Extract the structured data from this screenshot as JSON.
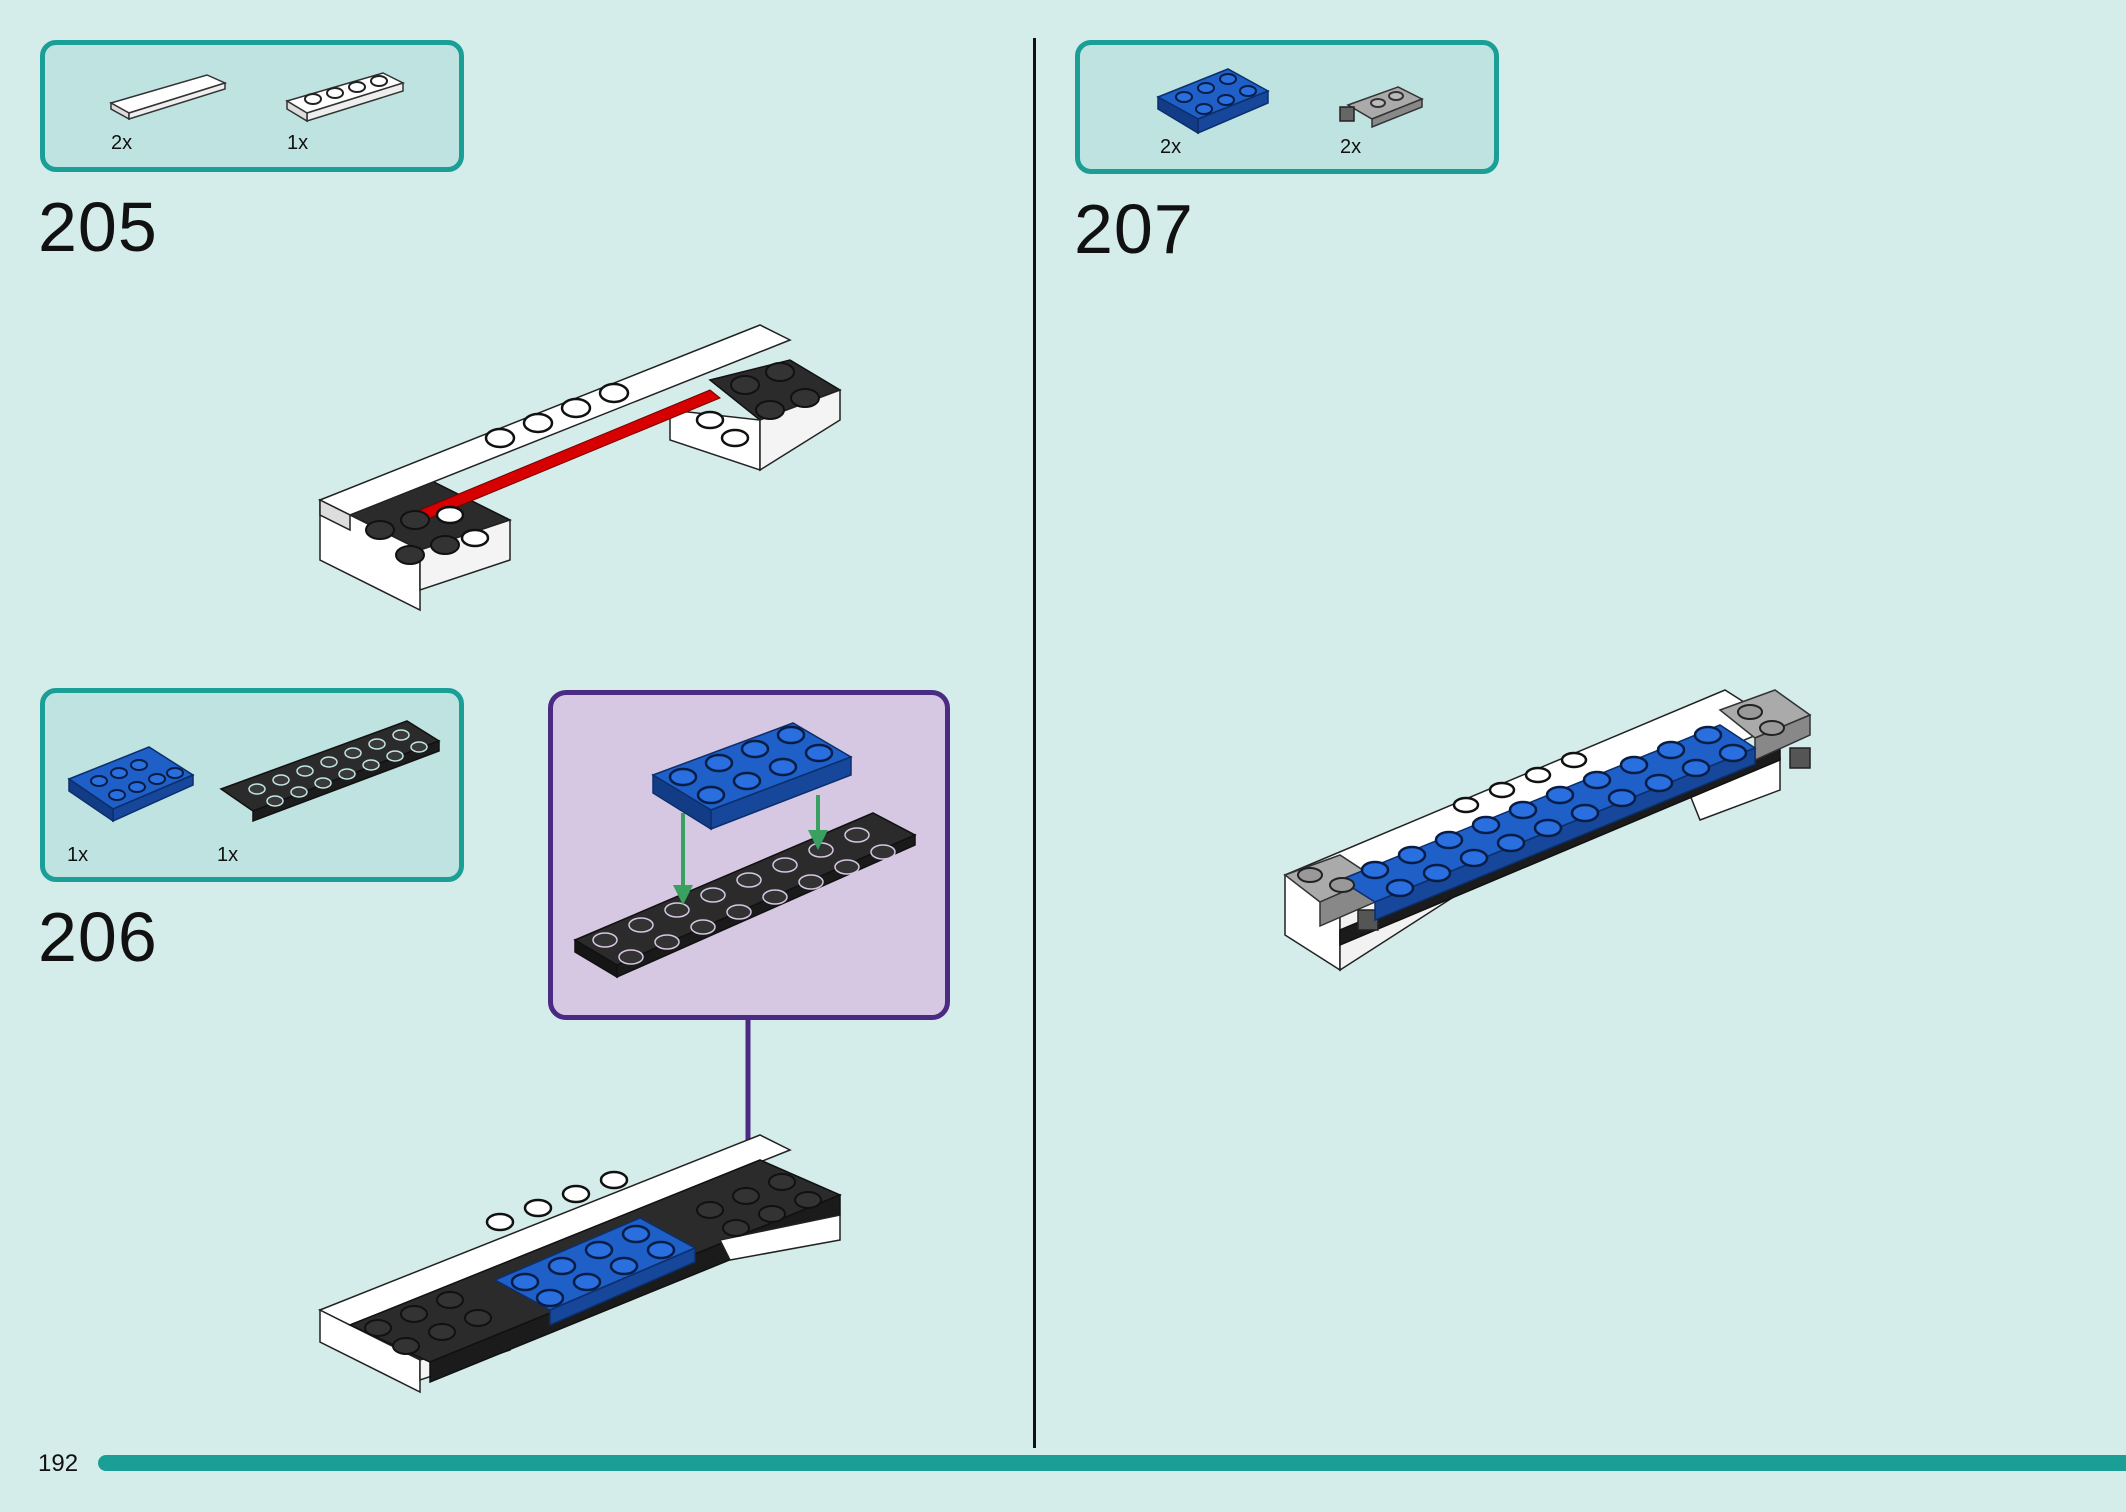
{
  "page": {
    "number": "192"
  },
  "steps": [
    {
      "number": "205",
      "parts": [
        {
          "qty": "2x",
          "name": "white-tile-1x4"
        },
        {
          "qty": "1x",
          "name": "white-plate-1x4"
        }
      ]
    },
    {
      "number": "206",
      "parts": [
        {
          "qty": "1x",
          "name": "blue-plate-2x4"
        },
        {
          "qty": "1x",
          "name": "black-plate-2x8"
        }
      ]
    },
    {
      "number": "207",
      "parts": [
        {
          "qty": "2x",
          "name": "blue-plate-2x3"
        },
        {
          "qty": "2x",
          "name": "gray-plate-with-clip"
        }
      ]
    }
  ],
  "colors": {
    "background": "#d4ecea",
    "parts_box_border": "#1a9e96",
    "callout_border": "#4b2a83",
    "brick_blue": "#1f5fc8",
    "brick_black": "#2b2b2b",
    "brick_red": "#d60000",
    "arrow_green": "#3aa060"
  }
}
